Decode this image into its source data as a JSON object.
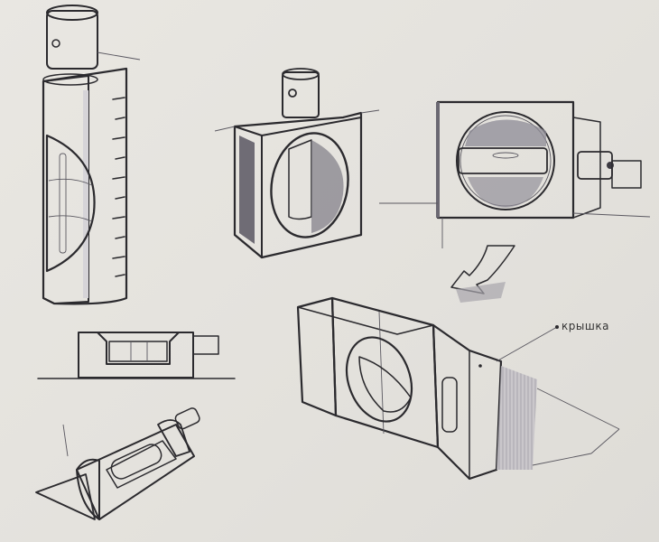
{
  "image": {
    "description": "Hand-drawn marker sketches of spirit-level product concepts on paper",
    "background_color": "#e6e4df",
    "accent_colors": {
      "vial_yellow": "#d9dc6a",
      "marker_gray": "#8a8790",
      "ink": "#2b2a2e"
    }
  },
  "sketches": [
    {
      "id": "tall-cylinder-level",
      "position": "top-left"
    },
    {
      "id": "square-frame-level-with-cap",
      "position": "top-center"
    },
    {
      "id": "round-window-level-side-view",
      "position": "top-right"
    },
    {
      "id": "curved-arrow",
      "position": "middle-right"
    },
    {
      "id": "flat-bar-level-side-view",
      "position": "middle-left"
    },
    {
      "id": "box-level-with-cap",
      "position": "bottom-center"
    },
    {
      "id": "triangular-base-level",
      "position": "bottom-left"
    }
  ],
  "annotations": {
    "cap_label": "крышка"
  }
}
